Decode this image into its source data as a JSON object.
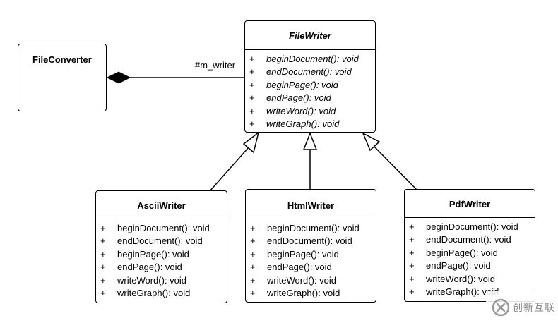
{
  "diagram": {
    "classes": {
      "file_converter": {
        "name": "FileConverter",
        "abstract": false,
        "members": []
      },
      "file_writer": {
        "name": "FileWriter",
        "abstract": true,
        "members": [
          {
            "vis": "+",
            "sig": "beginDocument(): void"
          },
          {
            "vis": "+",
            "sig": "endDocument(): void"
          },
          {
            "vis": "+",
            "sig": "beginPage(): void"
          },
          {
            "vis": "+",
            "sig": "endPage(): void"
          },
          {
            "vis": "+",
            "sig": "writeWord(): void"
          },
          {
            "vis": "+",
            "sig": "writeGraph(): void"
          }
        ]
      },
      "ascii_writer": {
        "name": "AsciiWriter",
        "abstract": false,
        "members": [
          {
            "vis": "+",
            "sig": "beginDocument(): void"
          },
          {
            "vis": "+",
            "sig": "endDocument(): void"
          },
          {
            "vis": "+",
            "sig": "beginPage(): void"
          },
          {
            "vis": "+",
            "sig": "endPage(): void"
          },
          {
            "vis": "+",
            "sig": "writeWord(): void"
          },
          {
            "vis": "+",
            "sig": "writeGraph(): void"
          }
        ]
      },
      "html_writer": {
        "name": "HtmlWriter",
        "abstract": false,
        "members": [
          {
            "vis": "+",
            "sig": "beginDocument(): void"
          },
          {
            "vis": "+",
            "sig": "endDocument(): void"
          },
          {
            "vis": "+",
            "sig": "beginPage(): void"
          },
          {
            "vis": "+",
            "sig": "endPage(): void"
          },
          {
            "vis": "+",
            "sig": "writeWord(): void"
          },
          {
            "vis": "+",
            "sig": "writeGraph(): void"
          }
        ]
      },
      "pdf_writer": {
        "name": "PdfWriter",
        "abstract": false,
        "members": [
          {
            "vis": "+",
            "sig": "beginDocument(): void"
          },
          {
            "vis": "+",
            "sig": "endDocument(): void"
          },
          {
            "vis": "+",
            "sig": "beginPage(): void"
          },
          {
            "vis": "+",
            "sig": "endPage(): void"
          },
          {
            "vis": "+",
            "sig": "writeWord(): void"
          },
          {
            "vis": "+",
            "sig": "writeGraph(): void"
          }
        ]
      }
    },
    "relations": [
      {
        "type": "composition",
        "from": "file_converter",
        "to": "file_writer",
        "role": "#m_writer"
      },
      {
        "type": "generalization",
        "from": "ascii_writer",
        "to": "file_writer"
      },
      {
        "type": "generalization",
        "from": "html_writer",
        "to": "file_writer"
      },
      {
        "type": "generalization",
        "from": "pdf_writer",
        "to": "file_writer"
      }
    ]
  },
  "watermark": {
    "text": "创新互联",
    "icon": "brand-logo-icon",
    "color": "#888888"
  }
}
